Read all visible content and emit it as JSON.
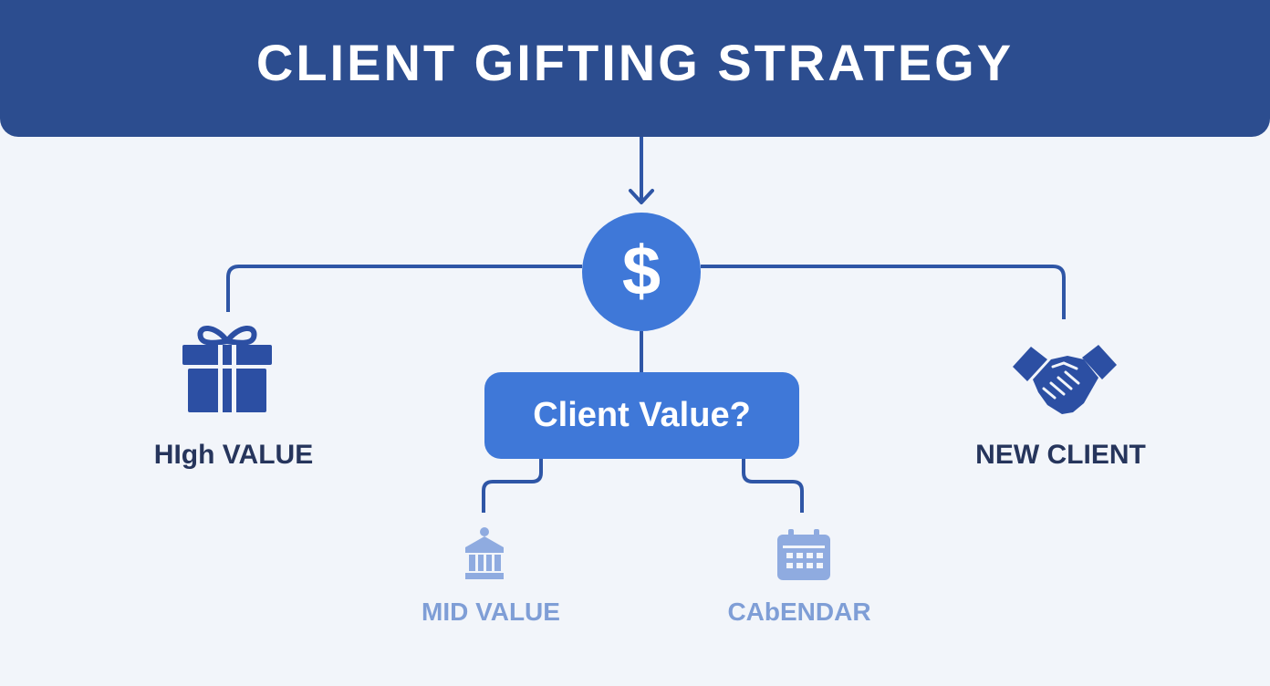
{
  "header": {
    "title": "CLIENT GIFTING STRATEGY"
  },
  "hub": {
    "icon": "dollar-sign-icon",
    "symbol": "$"
  },
  "decision": {
    "label": "Client Value?"
  },
  "branches": {
    "high_value": {
      "label": "HIgh VALUE",
      "icon": "gift-icon"
    },
    "new_client": {
      "label": "NEW CLIENT",
      "icon": "handshake-icon"
    },
    "mid_value": {
      "label": "MID VALUE",
      "icon": "bank-icon"
    },
    "calendar": {
      "label": "CAbENDAR",
      "icon": "calendar-icon"
    }
  },
  "colors": {
    "header": "#2c4d8f",
    "accent": "#3f78d8",
    "connector": "#2f56a6",
    "dark_icon": "#2c4fa3",
    "light_icon": "#8fabe0",
    "background": "#f2f5fa"
  }
}
